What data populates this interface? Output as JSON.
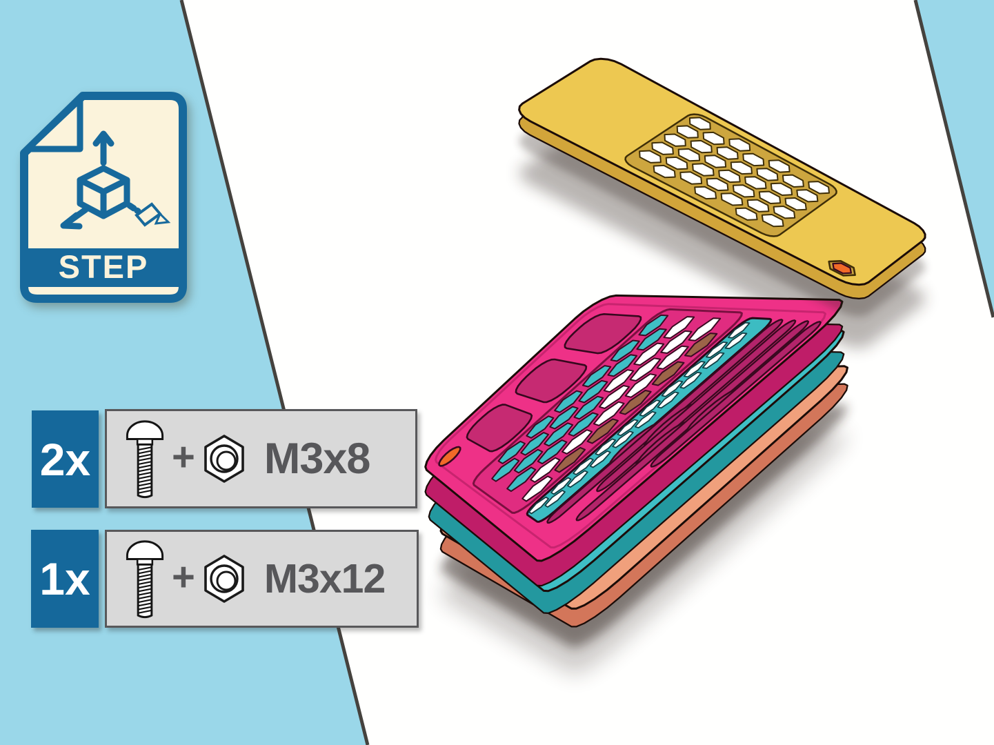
{
  "background": {
    "band_color": "#9AD7E9",
    "divider_color": "#45423E",
    "page_color": "#FFFFFE"
  },
  "file_badge": {
    "label": "STEP",
    "accent_color": "#17699C",
    "paper_color": "#FBF3DB",
    "icon": "3d-model-file-icon"
  },
  "hardware_callouts": [
    {
      "count": "2x",
      "joiner": "+",
      "spec": "M3x8",
      "count_color": "#15689B",
      "icons": [
        "button-head-screw-icon",
        "hex-nut-icon"
      ]
    },
    {
      "count": "1x",
      "joiner": "+",
      "spec": "M3x12",
      "count_color": "#15689B",
      "icons": [
        "button-head-screw-icon",
        "hex-nut-icon"
      ]
    }
  ],
  "assembly": {
    "description": "exploded-edc-tool-card-assembly",
    "accent_color": "#F16A28",
    "shadow_color": "#2E241C",
    "edge_color": "#1B0C08",
    "layers": [
      {
        "name": "top-cover-plate",
        "color": "#EDC851",
        "side_color": "#D2A53A",
        "web_color": "#CDA63F",
        "hole_color": "#FFFFFF"
      },
      {
        "name": "tool-tray-plate",
        "color": "#EE3187",
        "side_color": "#BF1D68",
        "web_color": "#E02C80",
        "pocket_color": "#C62A72",
        "slot_color": "#B3246A",
        "hole_colors": {
          "teal": "#3FBFC5",
          "white": "#FFFFFF",
          "brown": "#9C6448"
        }
      },
      {
        "name": "middle-core-plate",
        "color": "#3FBFC5",
        "side_color": "#23989F",
        "web_color": "#3CBCC2",
        "hole_color": "#FFFFFF"
      },
      {
        "name": "bottom-plate",
        "color": "#F0A07C",
        "side_color": "#D3765A",
        "web_color": "#EC9B77",
        "hole_color": "#FFFFFF"
      }
    ]
  }
}
